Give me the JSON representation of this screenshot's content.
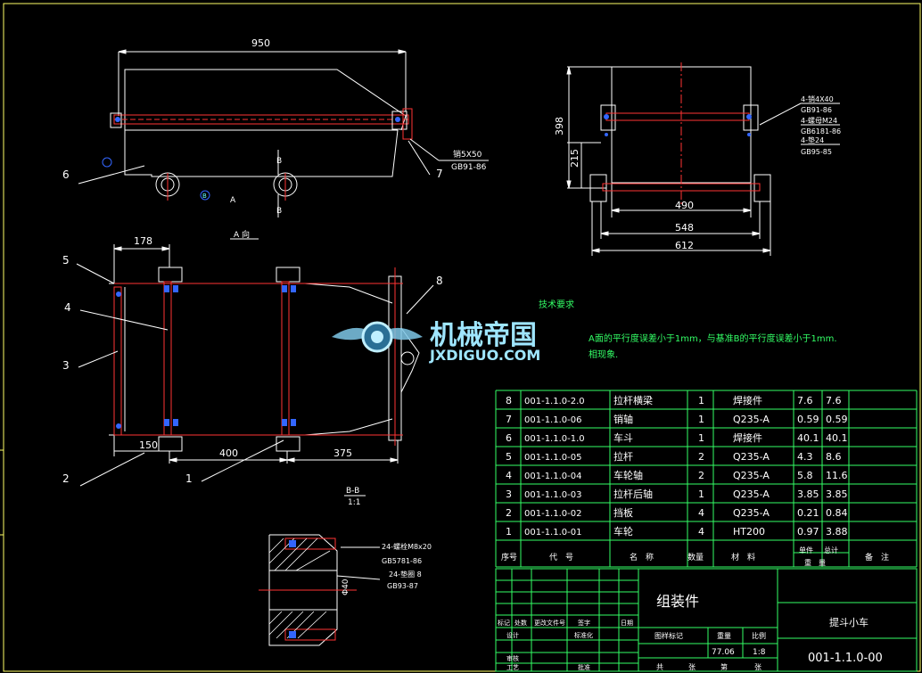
{
  "drawing": {
    "title": "组装件",
    "part_name": "提斗小车",
    "drawing_number": "001-1.1.0-00",
    "weight": "77.06",
    "scale": "1:8",
    "label_weight": "重量",
    "label_scale": "比例",
    "label_stage": "图样标记"
  },
  "watermark": {
    "main": "机械帝国",
    "sub": "JXDIGUO.COM"
  },
  "tech": {
    "title": "技术要求",
    "line1": "A面的平行度误差小于1mm，与基准B的平行度误差小于1mm.",
    "line2": "相现象."
  },
  "dims": {
    "top_width": "950",
    "pin_note": "销5X50",
    "pin_std": "GB91-86",
    "view_a": "A 向",
    "a": "A",
    "b": "B",
    "side_398": "398",
    "side_215": "215",
    "side_490": "490",
    "side_548": "548",
    "side_612": "612",
    "side_n1": "4-销4X40",
    "side_n2": "GB91-86",
    "side_n3": "4-螺母M24",
    "side_n4": "GB6181-86",
    "side_n5": "4-垫24",
    "side_n6": "GB95-85",
    "plan_178": "178",
    "plan_150": "150",
    "plan_400": "400",
    "plan_375": "375",
    "section": "B-B",
    "section_scale": "1:1",
    "sec_n1": "24-螺栓M8x20",
    "sec_n2": "GB5781-86",
    "sec_n3": "24-垫圈 8",
    "sec_n4": "GB93-87",
    "sec_d": "Φ40"
  },
  "callouts": [
    "1",
    "2",
    "3",
    "4",
    "5",
    "6",
    "7",
    "8"
  ],
  "bom_header": {
    "no": "序号",
    "code": "代　号",
    "name": "名　称",
    "qty": "数量",
    "mat": "材　料",
    "unit": "单件",
    "total": "总计",
    "weight": "重　量",
    "remark": "备　注"
  },
  "bom": [
    {
      "no": "8",
      "code": "001-1.1.0-2.0",
      "name": "拉杆横梁",
      "qty": "1",
      "mat": "焊接件",
      "unit": "7.6",
      "total": "7.6"
    },
    {
      "no": "7",
      "code": "001-1.1.0-06",
      "name": "销轴",
      "qty": "1",
      "mat": "Q235-A",
      "unit": "0.59",
      "total": "0.59"
    },
    {
      "no": "6",
      "code": "001-1.1.0-1.0",
      "name": "车斗",
      "qty": "1",
      "mat": "焊接件",
      "unit": "40.1",
      "total": "40.1"
    },
    {
      "no": "5",
      "code": "001-1.1.0-05",
      "name": "拉杆",
      "qty": "2",
      "mat": "Q235-A",
      "unit": "4.3",
      "total": "8.6"
    },
    {
      "no": "4",
      "code": "001-1.1.0-04",
      "name": "车轮轴",
      "qty": "2",
      "mat": "Q235-A",
      "unit": "5.8",
      "total": "11.6"
    },
    {
      "no": "3",
      "code": "001-1.1.0-03",
      "name": "拉杆后轴",
      "qty": "1",
      "mat": "Q235-A",
      "unit": "3.85",
      "total": "3.85"
    },
    {
      "no": "2",
      "code": "001-1.1.0-02",
      "name": "挡板",
      "qty": "4",
      "mat": "Q235-A",
      "unit": "0.21",
      "total": "0.84"
    },
    {
      "no": "1",
      "code": "001-1.1.0-01",
      "name": "车轮",
      "qty": "4",
      "mat": "HT200",
      "unit": "0.97",
      "total": "3.88"
    }
  ],
  "titleblock": {
    "l1": "标记",
    "l2": "处数",
    "l3": "更改文件号",
    "l4": "签字",
    "l5": "日期",
    "l6": "设计",
    "l7": "标准化",
    "l8": "审核",
    "l9": "工艺",
    "l10": "批准",
    "sheet_a": "共",
    "sheet_b": "张",
    "sheet_c": "第",
    "sheet_d": "张"
  },
  "colors": {
    "bg": "#000000",
    "line": "#ffffff",
    "frame": "#ffff66",
    "table": "#33ff66",
    "red": "#ff3333",
    "blue": "#3366ff",
    "cyan": "#66ffff"
  }
}
